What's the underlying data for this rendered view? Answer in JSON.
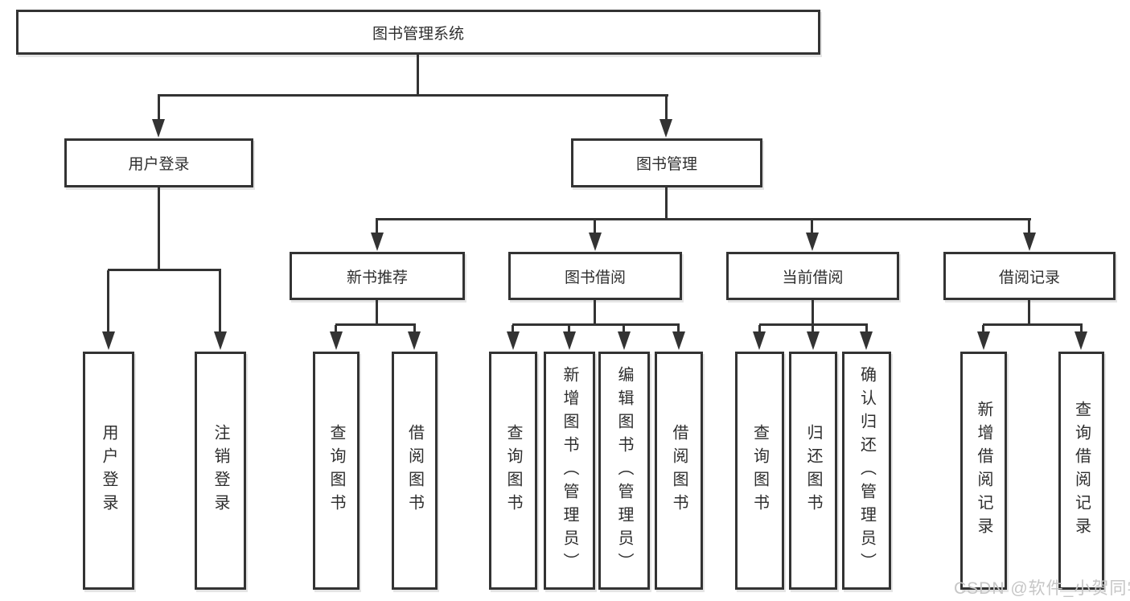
{
  "diagram": {
    "type": "hierarchy-tree",
    "tree": {
      "label": "图书管理系统",
      "children": [
        {
          "label": "用户登录",
          "children": [
            {
              "label": "用户登录"
            },
            {
              "label": "注销登录"
            }
          ]
        },
        {
          "label": "图书管理",
          "children": [
            {
              "label": "新书推荐",
              "children": [
                {
                  "label": "查询图书"
                },
                {
                  "label": "借阅图书"
                }
              ]
            },
            {
              "label": "图书借阅",
              "children": [
                {
                  "label": "查询图书"
                },
                {
                  "label": "新增图书（管理员）"
                },
                {
                  "label": "编辑图书（管理员）"
                },
                {
                  "label": "借阅图书"
                }
              ]
            },
            {
              "label": "当前借阅",
              "children": [
                {
                  "label": "查询图书"
                },
                {
                  "label": "归还图书"
                },
                {
                  "label": "确认归还（管理员）"
                }
              ]
            },
            {
              "label": "借阅记录",
              "children": [
                {
                  "label": "新增借阅记录"
                },
                {
                  "label": "查询借阅记录"
                }
              ]
            }
          ]
        }
      ]
    }
  },
  "watermark": {
    "text": "CSDN @软件_小贺同学"
  },
  "colors": {
    "line": "#333333",
    "text": "#2e2e2e",
    "box_bg": "#ffffff",
    "background": "#ffffff",
    "watermark": "#c6c6c6"
  }
}
